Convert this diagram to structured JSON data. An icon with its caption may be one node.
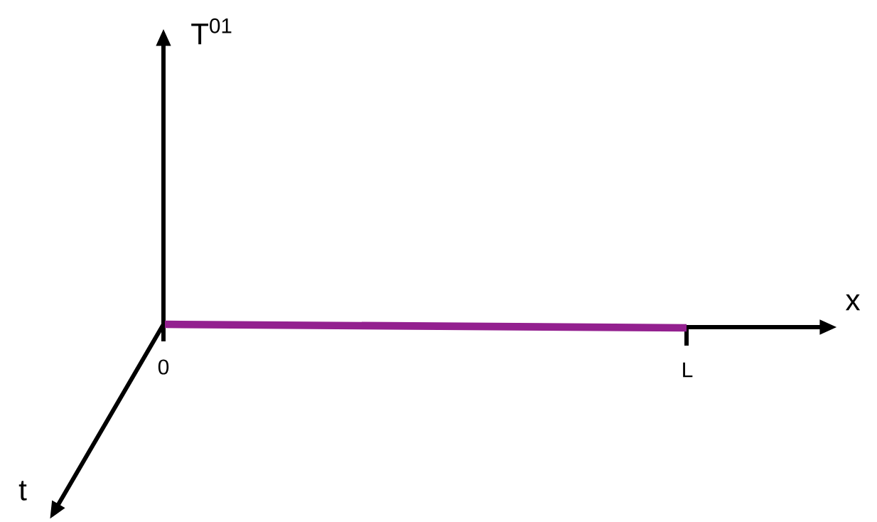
{
  "diagram": {
    "labels": [
      "T$^{01}$",
      "x",
      "0",
      "L",
      "t"
    ]
  }
}
